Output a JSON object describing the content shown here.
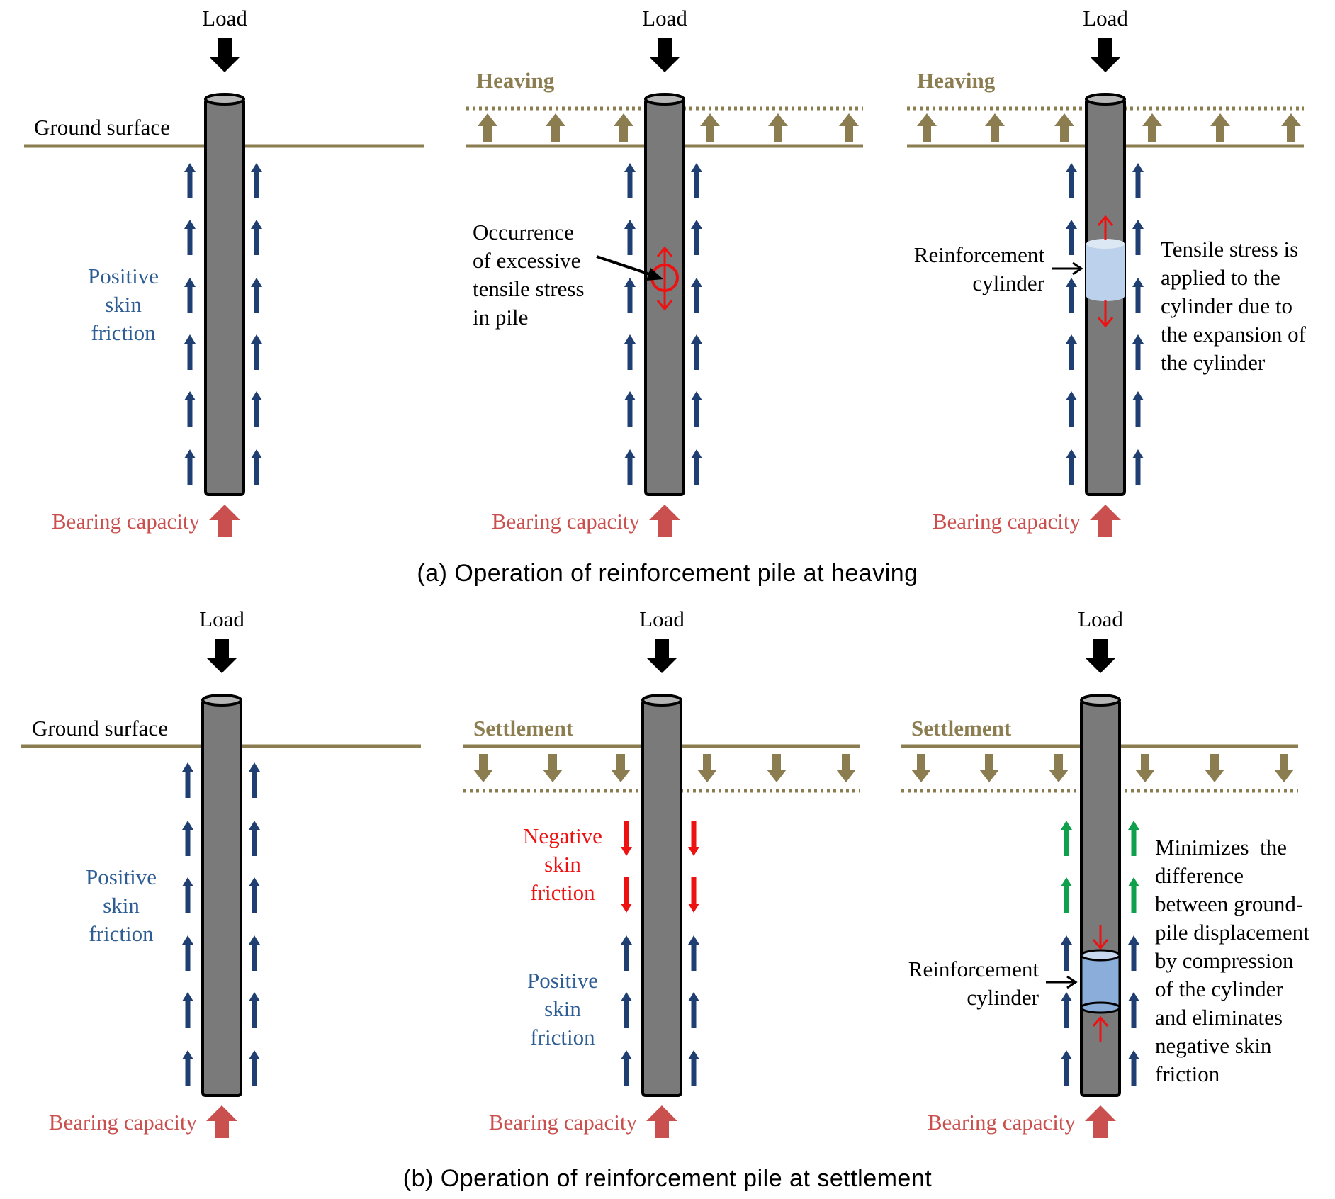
{
  "colors": {
    "ground": "#8b7d4f",
    "pile": "#7a7a7a",
    "pile_top": "#b5b5b5",
    "positive_friction": "#1f3f73",
    "negative_friction": "#ee1111",
    "relief_friction": "#0ea04a",
    "bearing": "#c9504e",
    "stress": "#ee1111",
    "cylinder_heave": "#bcd2ec",
    "cylinder_settle": "#8aaed9",
    "positive_text": "#2e5d93",
    "negative_text": "#ee1111",
    "bearing_text": "#c9504e",
    "heaving_text": "#8b7d4f"
  },
  "icons": [
    "load-arrow-icon",
    "heaving-arrow-icon",
    "settlement-arrow-icon",
    "friction-arrow-icon",
    "bearing-arrow-icon",
    "stress-circle-icon",
    "reinforcement-cylinder-icon"
  ],
  "labels": {
    "load": "Load",
    "ground_surface": "Ground surface",
    "heaving": "Heaving",
    "settlement": "Settlement",
    "bearing_capacity": "Bearing capacity",
    "positive_skin_friction": [
      "Positive",
      "skin",
      "friction"
    ],
    "negative_skin_friction": [
      "Negative",
      "skin",
      "friction"
    ],
    "excessive_tensile": [
      "Occurrence",
      "of excessive",
      "tensile stress",
      "in pile"
    ],
    "reinforcement_cylinder": [
      "Reinforcement",
      "cylinder"
    ],
    "tensile_note": [
      "Tensile stress is",
      "applied to the",
      "cylinder due to",
      "the expansion of",
      "the cylinder"
    ],
    "minimize_note": [
      "Minimizes  the",
      "difference",
      "between ground-",
      "pile displacement",
      "by compression",
      "of the cylinder",
      "and eliminates",
      "negative skin",
      "friction"
    ]
  },
  "captions": {
    "a": "(a) Operation of reinforcement pile at heaving",
    "b": "(b) Operation of reinforcement pile at settlement"
  }
}
